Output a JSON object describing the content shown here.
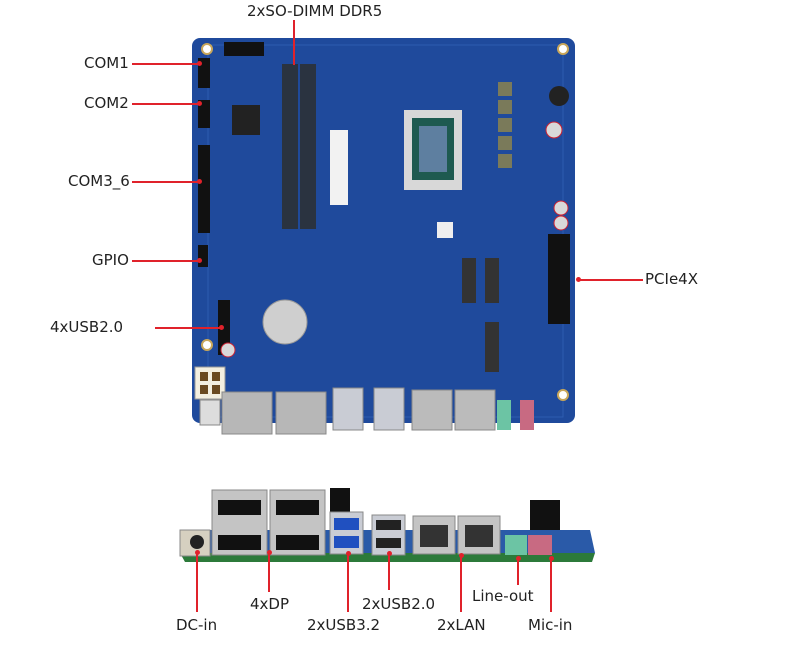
{
  "top_view": {
    "labels": {
      "sodimm": "2xSO-DIMM DDR5",
      "com1": "COM1",
      "com2": "COM2",
      "com3_6": "COM3_6",
      "gpio": "GPIO",
      "usb20_header": "4xUSB2.0",
      "pcie": "PCIe4X"
    }
  },
  "rear_view": {
    "labels": {
      "dc_in": "DC-in",
      "dp": "4xDP",
      "usb32": "2xUSB3.2",
      "usb20": "2xUSB2.0",
      "lan": "2xLAN",
      "line_out": "Line-out",
      "mic_in": "Mic-in"
    }
  },
  "colors": {
    "board": "#1f4a9c",
    "leader": "#e0222b",
    "line_out": "#6cc4a4",
    "mic_in": "#c86a82"
  }
}
